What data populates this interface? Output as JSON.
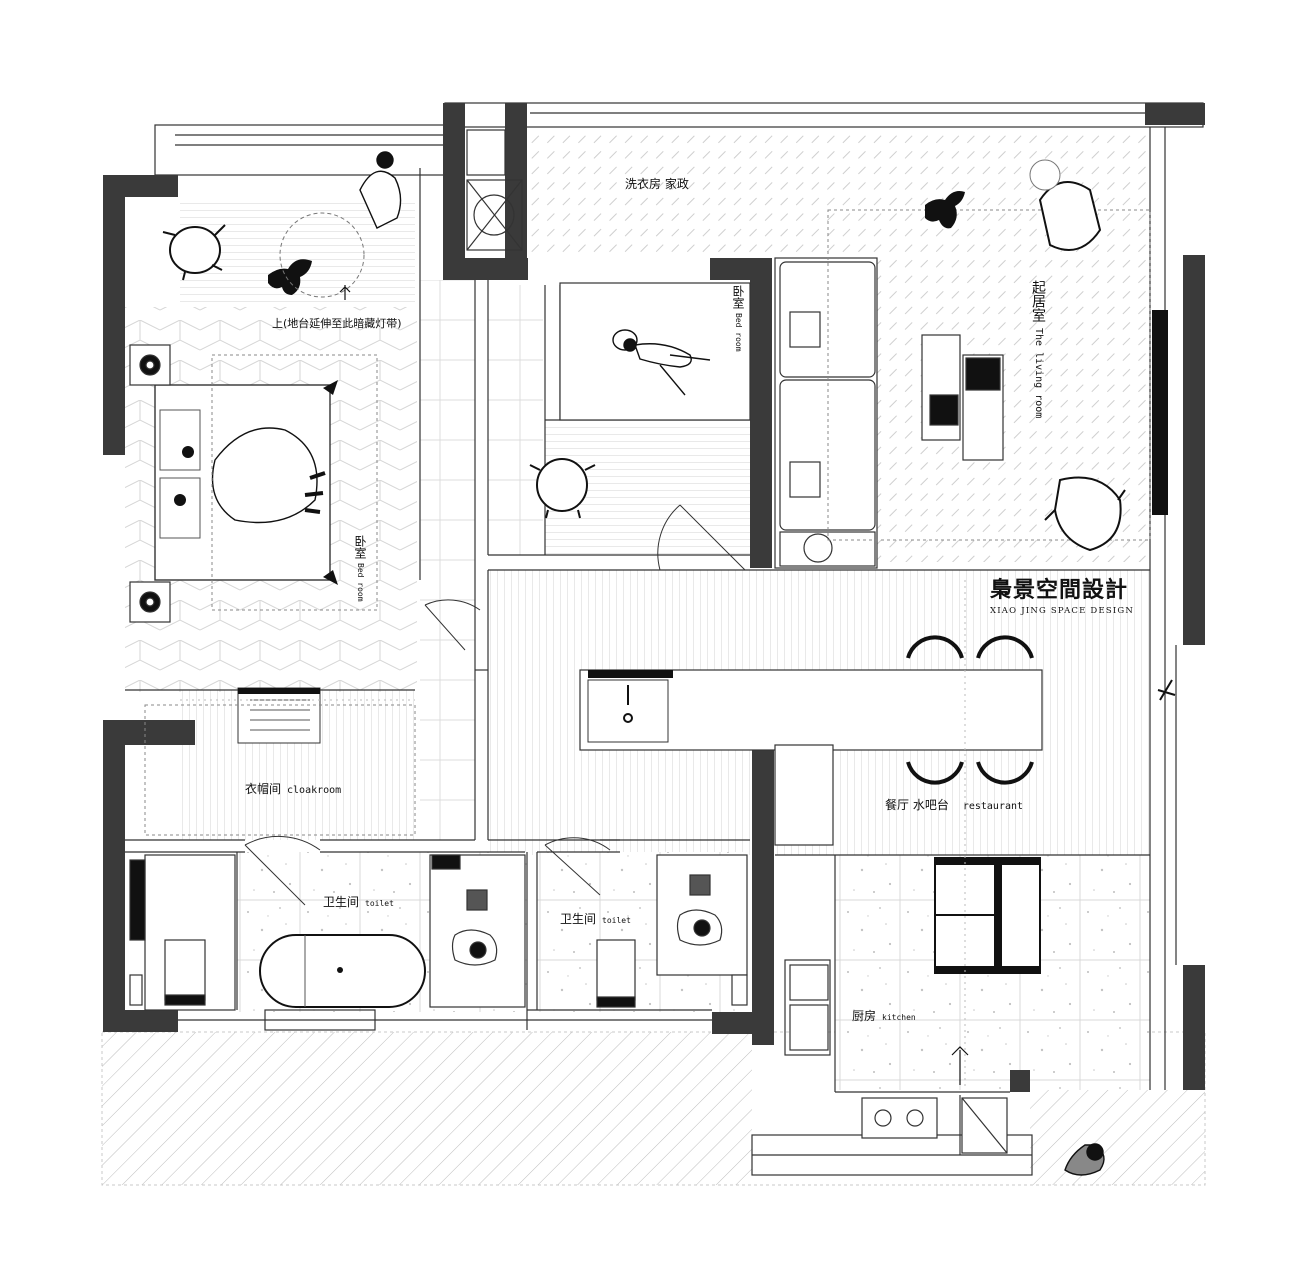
{
  "rooms": {
    "laundry": {
      "cn": "洗衣房 家政"
    },
    "living": {
      "cn": "起居室",
      "en": "The living room"
    },
    "bedroom_main": {
      "cn": "卧室",
      "en": "Bed room"
    },
    "bedroom_second": {
      "cn": "卧室",
      "en": "Bed room"
    },
    "platform_note": {
      "cn": "上(地台延伸至此暗藏灯带)"
    },
    "cloakroom": {
      "cn": "衣帽间",
      "en": "cloakroom"
    },
    "toilet_1": {
      "cn": "卫生间",
      "en": "toilet"
    },
    "toilet_2": {
      "cn": "卫生间",
      "en": "toilet"
    },
    "dining": {
      "cn": "餐厅 水吧台",
      "en": "restaurant"
    },
    "kitchen": {
      "cn": "厨房",
      "en": "kitchen"
    }
  },
  "brand": {
    "cn": "梟景空間設計",
    "en": "XIAO JING SPACE DESIGN"
  },
  "colors": {
    "wall": "#3a3a3a",
    "line": "#555555",
    "background": "#ffffff",
    "accent": "#000000"
  }
}
